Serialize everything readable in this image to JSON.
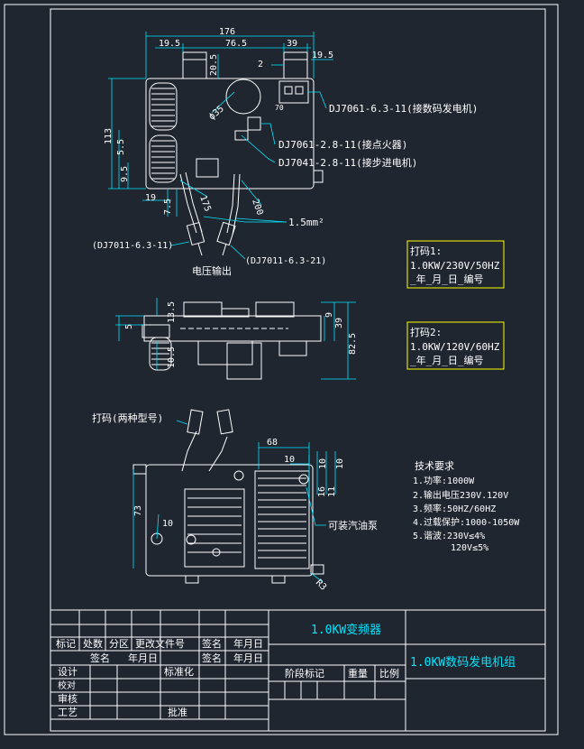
{
  "dimensions": {
    "d176": "176",
    "d19_5a": "19.5",
    "d76_5": "76.5",
    "d39a": "39",
    "d19_5b": "19.5",
    "d20_5": "20.5",
    "d2": "2",
    "d113": "113",
    "d5_5": "5.5",
    "d9_5": "9.5",
    "d19": "19",
    "d35": "ϕ35",
    "d70": "70",
    "d7_5": "7.5",
    "d175": "175",
    "d200": "200",
    "d13_5": "13.5",
    "d5": "5",
    "d10_5": "10.5",
    "d9": "9",
    "d39b": "39",
    "d82_5": "82.5",
    "d68": "68",
    "d10a": "10",
    "d10b": "10",
    "d10c": "10",
    "d16": "16",
    "d11": "11",
    "d73": "73",
    "d10d": "10",
    "r3": "R3"
  },
  "callouts": {
    "c1": "DJ7061-6.3-11(接数码发电机)",
    "c2": "DJ7061-2.8-11(接点火器)",
    "c3": "DJ7041-2.8-11(接步进电机)",
    "c4": "1.5mm²",
    "c5": "(DJ7011-6.3-11)",
    "c6": "(DJ7011-6.3-21)",
    "c7": "电压输出",
    "c8": "打码(两种型号)",
    "c9": "可装汽油泵"
  },
  "stamp1": {
    "line1": "打码1:",
    "line2": "1.0KW/230V/50HZ",
    "line3": "_年_月_日_编号"
  },
  "stamp2": {
    "line1": "打码2:",
    "line2": "1.0KW/120V/60HZ",
    "line3": "_年_月_日_编号"
  },
  "tech": {
    "title": "技术要求",
    "items": [
      "1.功率:1000W",
      "2.输出电压230V.120V",
      "3.频率:50HZ/60HZ",
      "4.过载保护:1000-1050W",
      "5.谐波:230V≤4%",
      "120V≤5%"
    ]
  },
  "title_block": {
    "part_name": "1.0KW变频器",
    "assembly_name": "1.0KW数码发电机组",
    "h_biaoji": "标记",
    "h_chushu": "处数",
    "h_fenqu": "分区",
    "h_gengai": "更改文件号",
    "h_qianming": "签名",
    "h_nianyueri": "年月日",
    "r_qianming": "签名",
    "r_nianyueri": "年月日",
    "r_qianming2": "签名",
    "r_nianyueri2": "年月日",
    "sheji": "设计",
    "biaozhunhua": "标准化",
    "jiaodui": "校对",
    "shenhe": "审核",
    "gongyi": "工艺",
    "pizhun": "批准",
    "jieduan": "阶段标记",
    "zhongliang": "重量",
    "bili": "比例"
  },
  "colors": {
    "frame": "#ffffff",
    "drawing": "#ffffff",
    "dim": "#00e5ff",
    "stamp_border": "#ffff00",
    "title_text": "#00e5ff"
  }
}
